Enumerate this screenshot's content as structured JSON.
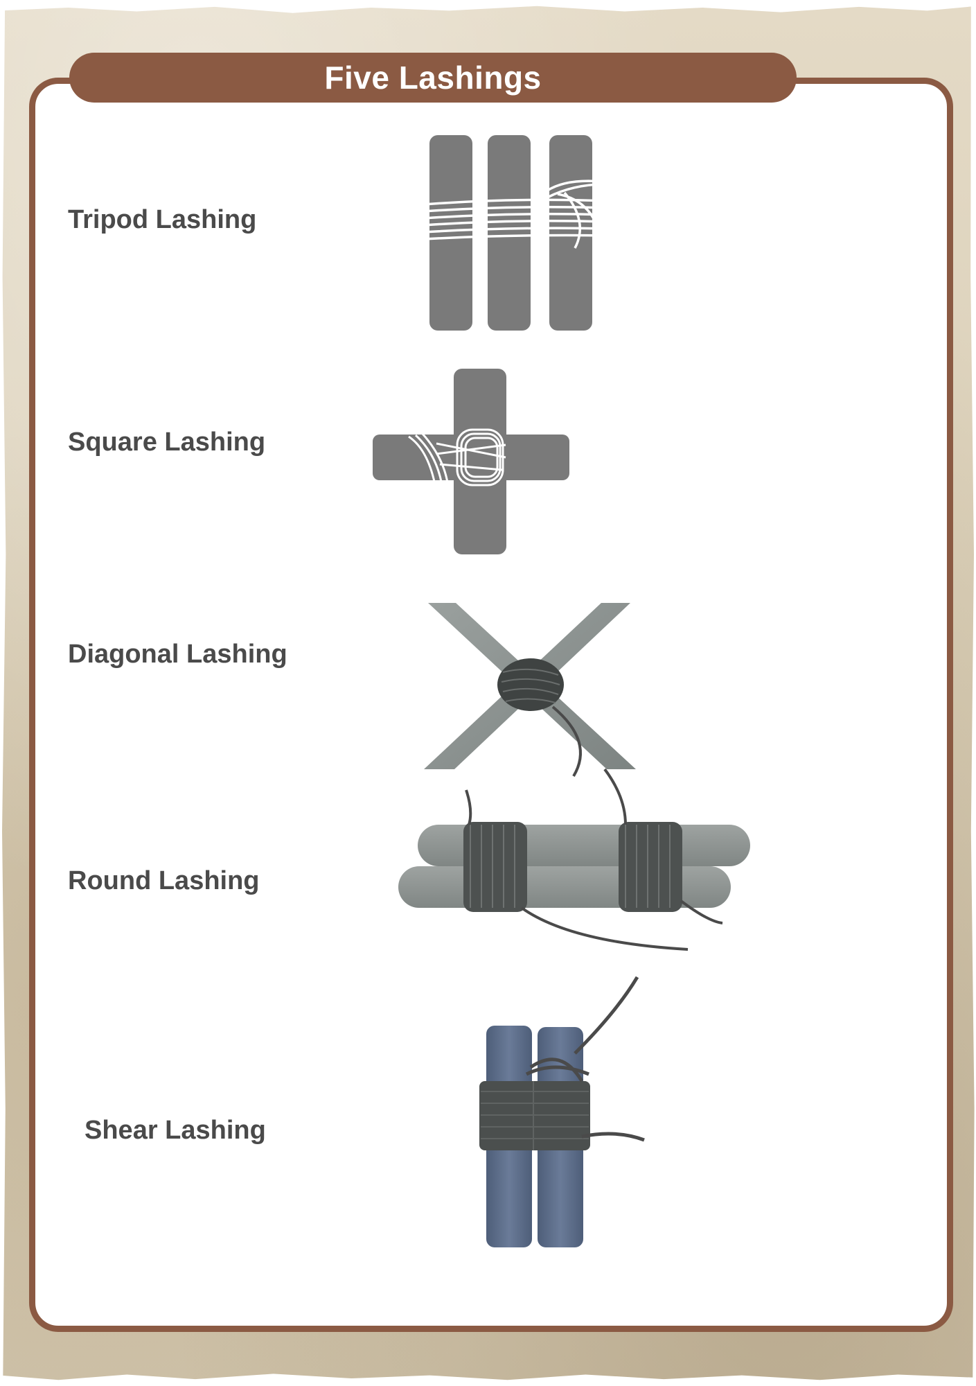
{
  "title": "Five Lashings",
  "lashings": [
    {
      "label": "Tripod Lashing"
    },
    {
      "label": "Square Lashing"
    },
    {
      "label": "Diagonal Lashing"
    },
    {
      "label": "Round Lashing"
    },
    {
      "label": "Shear Lashing"
    }
  ],
  "colors": {
    "frame": "#8b5a43",
    "label_text": "#4a4a4a",
    "pole_icon": "#7a7a7a",
    "pole_photo": "#8c9190",
    "pole_blue": "#5a6b86",
    "rope_dark": "#4a4a4a",
    "parchment": "#d9ceb6"
  }
}
